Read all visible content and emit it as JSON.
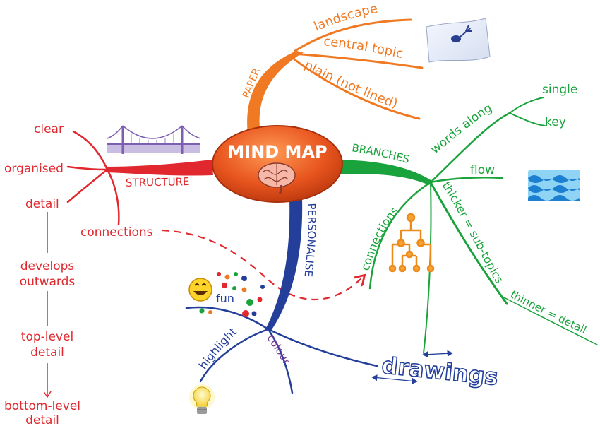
{
  "center": {
    "title": "MIND MAP"
  },
  "colors": {
    "red": "#e0282e",
    "orange": "#f07a23",
    "green": "#1aa33c",
    "blue": "#243f9a",
    "center": "#e8551f"
  },
  "paper": {
    "label": "PAPER",
    "items": [
      "landscape",
      "central topic",
      "plain (not lined)"
    ]
  },
  "branches": {
    "label": "BRANCHES",
    "words_along": "words along",
    "single": "single",
    "key": "key",
    "flow": "flow",
    "thicker": "thicker = sub-topics",
    "thinner": "thinner = detail",
    "connections": "connections"
  },
  "structure": {
    "label": "STRUCTURE",
    "clear": "clear",
    "organised": "organised",
    "detail": "detail",
    "connections": "connections",
    "develops_1": "develops",
    "develops_2": "outwards",
    "top_level_1": "top-level",
    "top_level_2": "detail",
    "bottom_level_1": "bottom-level",
    "bottom_level_2": "detail"
  },
  "personalise": {
    "label": "PERSONALISE",
    "fun": "fun",
    "highlight": "highlight",
    "colour": "colour",
    "drawings": "drawings"
  },
  "icons": [
    "bridge-icon",
    "brain-icon",
    "paper-sheet-icon",
    "waves-icon",
    "tree-hierarchy-icon",
    "smiley-icon",
    "lightbulb-icon"
  ]
}
